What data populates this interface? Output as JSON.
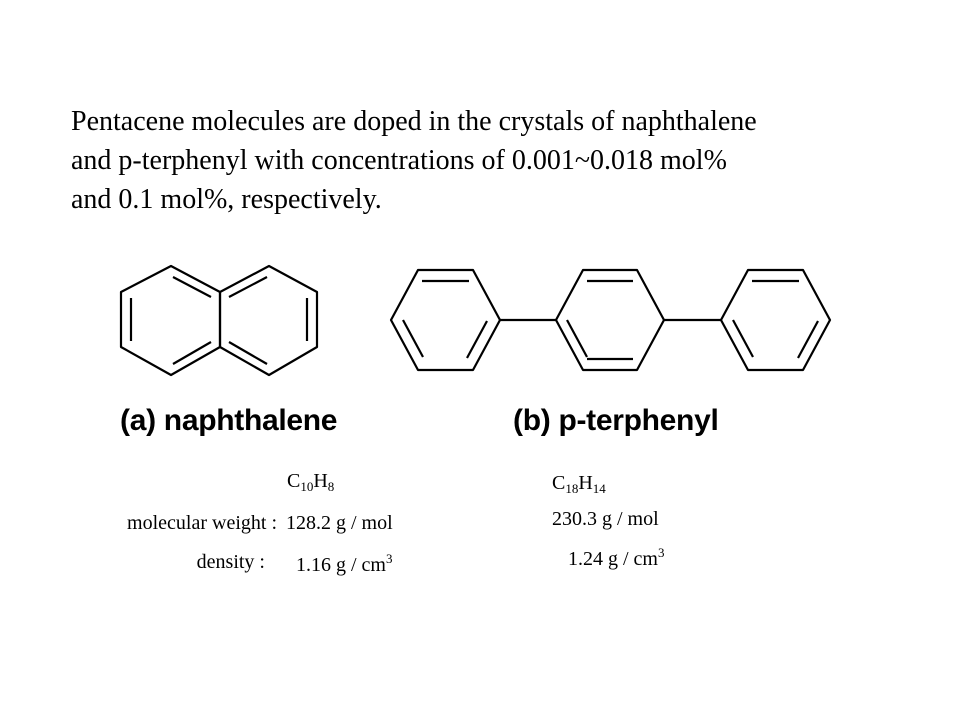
{
  "intro": {
    "line1": "Pentacene molecules are doped in the crystals of naphthalene",
    "line2": "and p-terphenyl with concentrations of 0.001~0.018 mol%",
    "line3": "and 0.1 mol%, respectively."
  },
  "molecules": {
    "naphthalene": {
      "caption": "(a) naphthalene",
      "formula": {
        "c": "C",
        "c_sub": "10",
        "h": "H",
        "h_sub": "8"
      },
      "molecular_weight": "128.2 g / mol",
      "density": {
        "value": "1.16 g / cm",
        "exp": "3"
      }
    },
    "terphenyl": {
      "caption": "(b) p-terphenyl",
      "formula": {
        "c": "C",
        "c_sub": "18",
        "h": "H",
        "h_sub": "14"
      },
      "molecular_weight": "230.3 g / mol",
      "density": {
        "value": "1.24 g / cm",
        "exp": "3"
      }
    }
  },
  "labels": {
    "molecular_weight": "molecular weight :",
    "density": "density  :"
  }
}
